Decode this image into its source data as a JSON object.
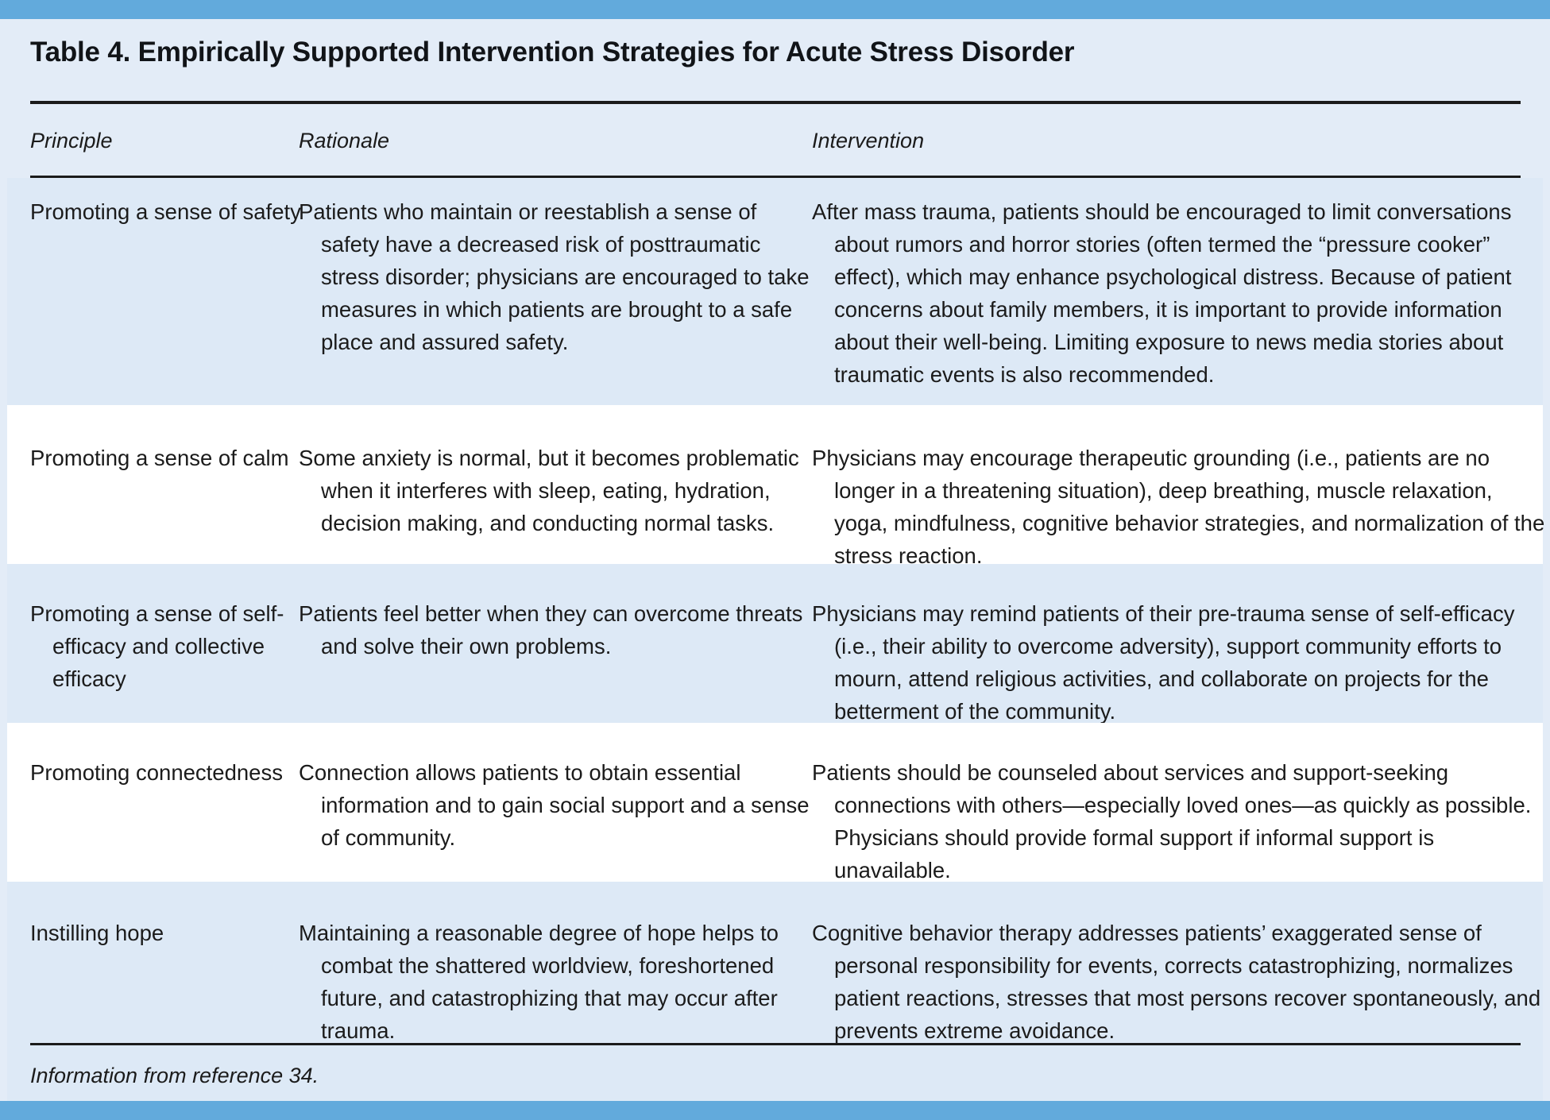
{
  "colors": {
    "accent_bar": "#62aadc",
    "page_background": "#e3ecf7",
    "row_shaded": "#dde9f6",
    "row_plain": "#ffffff",
    "rule": "#1b1b1b",
    "text": "#1b1b1b"
  },
  "table": {
    "title": "Table 4. Empirically Supported Intervention Strategies for Acute Stress Disorder",
    "columns": [
      {
        "label": "Principle"
      },
      {
        "label": "Rationale"
      },
      {
        "label": "Intervention"
      }
    ],
    "rows": [
      {
        "principle": "Promoting a sense of safety",
        "rationale": "Patients who maintain or reestablish a sense of safety have a decreased risk of posttraumatic stress disorder; physicians are encouraged to take measures in which patients are brought to a safe place and assured safety.",
        "intervention": "After mass trauma, patients should be encouraged to limit conversations about rumors and horror stories (often termed the “pressure cooker” effect), which may enhance psychological distress. Because of patient concerns about family members, it is important to provide information about their well-being. Limiting exposure to news media stories about traumatic events is also recommended."
      },
      {
        "principle": "Promoting a sense of calm",
        "rationale": "Some anxiety is normal, but it becomes problematic when it interferes with sleep, eating, hydration, decision making, and conducting normal tasks.",
        "intervention": "Physicians may encourage therapeutic grounding (i.e., patients are no longer in a threatening situation), deep breathing, muscle relaxation, yoga, mindfulness, cognitive behavior strategies, and normalization of the stress reaction."
      },
      {
        "principle": "Promoting a sense of self-efficacy and collective efficacy",
        "rationale": "Patients feel better when they can overcome threats and solve their own problems.",
        "intervention": "Physicians may remind patients of their pre-trauma sense of self-efficacy (i.e., their ability to overcome adversity), support community efforts to mourn, attend religious activities, and collaborate on projects for the betterment of the community."
      },
      {
        "principle": "Promoting connectedness",
        "rationale": "Connection allows patients to obtain essential information and to gain social support and a sense of community.",
        "intervention": "Patients should be counseled about services and support-seeking connections with others—especially loved ones—as quickly as possible. Physicians should provide formal support if informal support is unavailable."
      },
      {
        "principle": "Instilling hope",
        "rationale": "Maintaining a reasonable degree of hope helps to combat the shattered worldview, foreshortened future, and catastrophizing that may occur after trauma.",
        "intervention": "Cognitive behavior therapy addresses patients’ exaggerated sense of personal responsibility for events, corrects catastrophizing, normalizes patient reactions, stresses that most persons recover spontaneously, and prevents extreme avoidance."
      }
    ],
    "footnote": "Information from reference 34."
  }
}
